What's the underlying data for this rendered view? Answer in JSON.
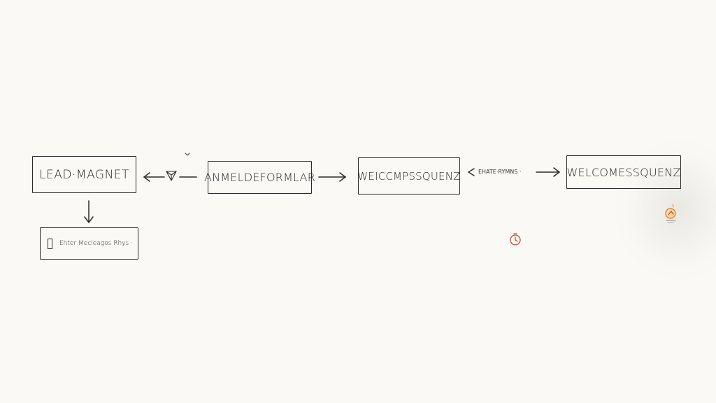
{
  "boxes": {
    "lead_magnet": "LEAD·MAGNET",
    "signup_form": "ANMELDEFORMLAR",
    "welcome_sequence_1": "WEICCMPSSQUENZ",
    "welcome_sequence_2": "WELCOMESSQUENZ",
    "sub_box": "Ehter Mecleagos Rhys ·"
  },
  "edge_labels": {
    "welcome_link": "EHATE·RYMNS ·"
  },
  "colors": {
    "ink": "#2a2a2a",
    "background": "#faf9f6",
    "accent_red": "#c8442a",
    "accent_orange": "#e0892c"
  }
}
